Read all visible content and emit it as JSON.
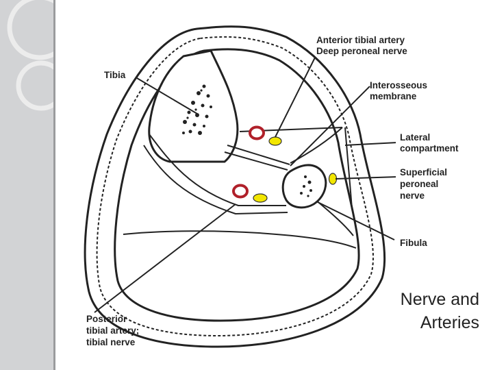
{
  "labels": {
    "tibia": "Tibia",
    "anterior_line1": "Anterior tibial artery",
    "anterior_line2": "Deep peroneal nerve",
    "interosseous_line1": "Interosseous",
    "interosseous_line2": "membrane",
    "lateral_line1": "Lateral",
    "lateral_line2": "compartment",
    "superficial_line1": "Superficial",
    "superficial_line2": "peroneal",
    "superficial_line3": "nerve",
    "fibula": "Fibula",
    "posterior_line1": "Posterior",
    "posterior_line2": "tibial artery;",
    "posterior_line3": "tibial nerve"
  },
  "caption": {
    "line1": "Nerve and",
    "line2": "Arteries"
  },
  "colors": {
    "sidebar": "#d2d3d5",
    "artery": "#b0202a",
    "nerve": "#f2e600",
    "outline": "#222222"
  }
}
